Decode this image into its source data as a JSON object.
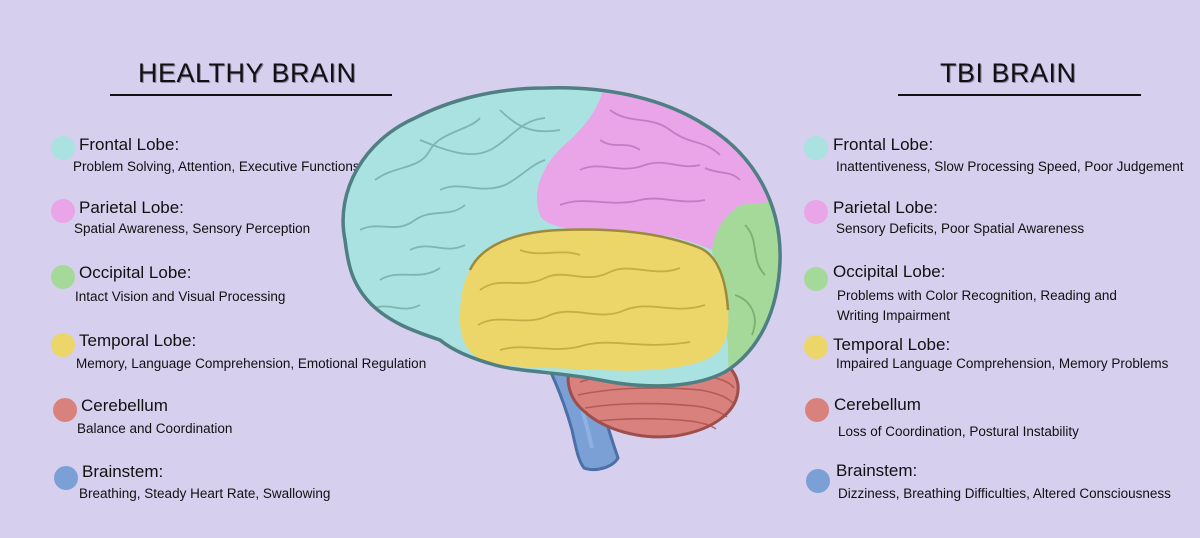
{
  "colors": {
    "background": "#d6cfee",
    "frontal": "#a9e2e0",
    "parietal": "#e9a5e8",
    "occipital": "#a4d99a",
    "temporal": "#ecd66a",
    "cerebellum": "#d9817d",
    "brainstem": "#7aa0d6"
  },
  "healthy": {
    "title": "HEALTHY BRAIN",
    "items": [
      {
        "name": "Frontal Lobe:",
        "desc": "Problem Solving, Attention, Executive Functions"
      },
      {
        "name": "Parietal Lobe:",
        "desc": "Spatial Awareness, Sensory Perception"
      },
      {
        "name": "Occipital Lobe:",
        "desc": "Intact Vision and Visual Processing"
      },
      {
        "name": "Temporal Lobe:",
        "desc": "Memory, Language Comprehension, Emotional Regulation"
      },
      {
        "name": "Cerebellum",
        "desc": "Balance and Coordination"
      },
      {
        "name": "Brainstem:",
        "desc": "Breathing, Steady Heart Rate, Swallowing"
      }
    ]
  },
  "tbi": {
    "title": "TBI BRAIN",
    "items": [
      {
        "name": "Frontal Lobe:",
        "desc": "Inattentiveness, Slow Processing Speed, Poor Judgement"
      },
      {
        "name": "Parietal Lobe:",
        "desc": "Sensory Deficits, Poor Spatial Awareness"
      },
      {
        "name": "Occipital Lobe:",
        "desc": "Problems with Color Recognition, Reading and",
        "desc2": "Writing Impairment"
      },
      {
        "name": "Temporal Lobe:",
        "desc": "Impaired Language Comprehension, Memory Problems"
      },
      {
        "name": "Cerebellum",
        "desc": "Loss of Coordination, Postural Instability"
      },
      {
        "name": "Brainstem:",
        "desc": "Dizziness, Breathing Difficulties, Altered Consciousness"
      }
    ]
  }
}
